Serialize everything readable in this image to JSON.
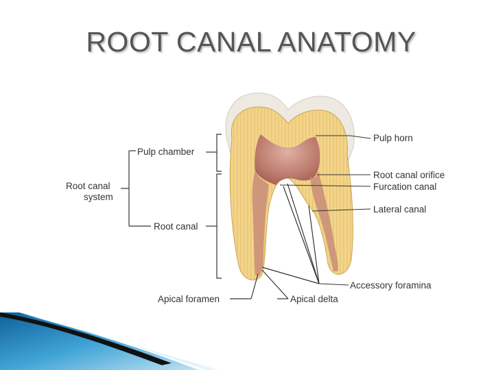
{
  "slide": {
    "title": "ROOT CANAL ANATOMY"
  },
  "diagram": {
    "labels": {
      "pulp_chamber": "Pulp chamber",
      "root_canal_system_line1": "Root canal",
      "root_canal_system_line2": "system",
      "root_canal": "Root canal",
      "apical_foramen": "Apical foramen",
      "apical_delta": "Apical delta",
      "pulp_horn": "Pulp horn",
      "root_canal_orifice": "Root canal orifice",
      "furcation_canal": "Furcation canal",
      "lateral_canal": "Lateral canal",
      "accessory_foramina": "Accessory foramina"
    }
  },
  "colors": {
    "enamel": "#eeeae2",
    "dentin": "#f3d48b",
    "dentin_stripe": "#e3bd62",
    "pulp": "#b8756a",
    "canal": "#c88d78",
    "accent_blue": "#1a78b4",
    "accent_dark": "#111111"
  }
}
